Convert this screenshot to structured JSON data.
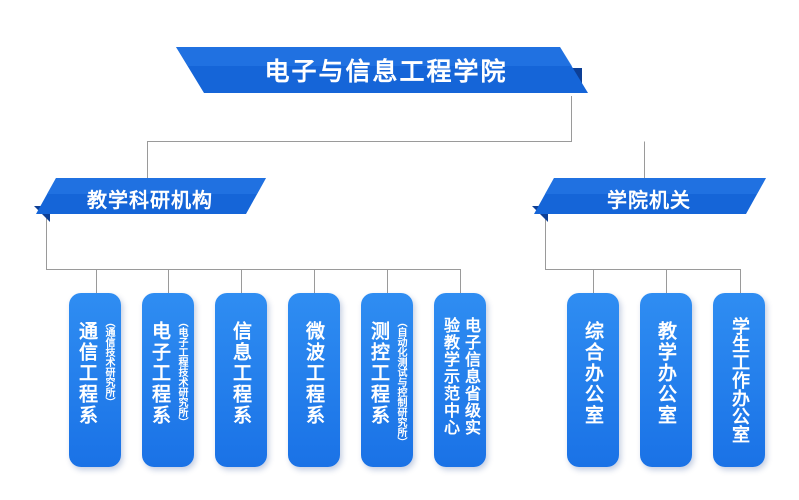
{
  "title": "电子与信息工程学院",
  "sections": {
    "left": "教学科研机构",
    "right": "学院机关"
  },
  "units": [
    {
      "name": "通信工程系",
      "sub": "（通信技术研究所）"
    },
    {
      "name": "电子工程系",
      "sub": "（电子工程技术研究所）"
    },
    {
      "name": "信息工程系"
    },
    {
      "name": "微波工程系"
    },
    {
      "name": "测控工程系",
      "sub": "（自动化测试与控制研究所）"
    },
    {
      "name": "电子信息省级实验教学示范中心",
      "col_a": "电子信息省级实",
      "col_b": "验教学示范中心"
    }
  ],
  "offices": [
    {
      "name": "综合办公室"
    },
    {
      "name": "教学办公室"
    },
    {
      "name": "学生工作办公室"
    }
  ],
  "colors": {
    "accent_blue": "#1565d8",
    "card_blue": "#1f78ea",
    "dark_blue": "#0d3f96",
    "line": "#9a9a9a"
  }
}
